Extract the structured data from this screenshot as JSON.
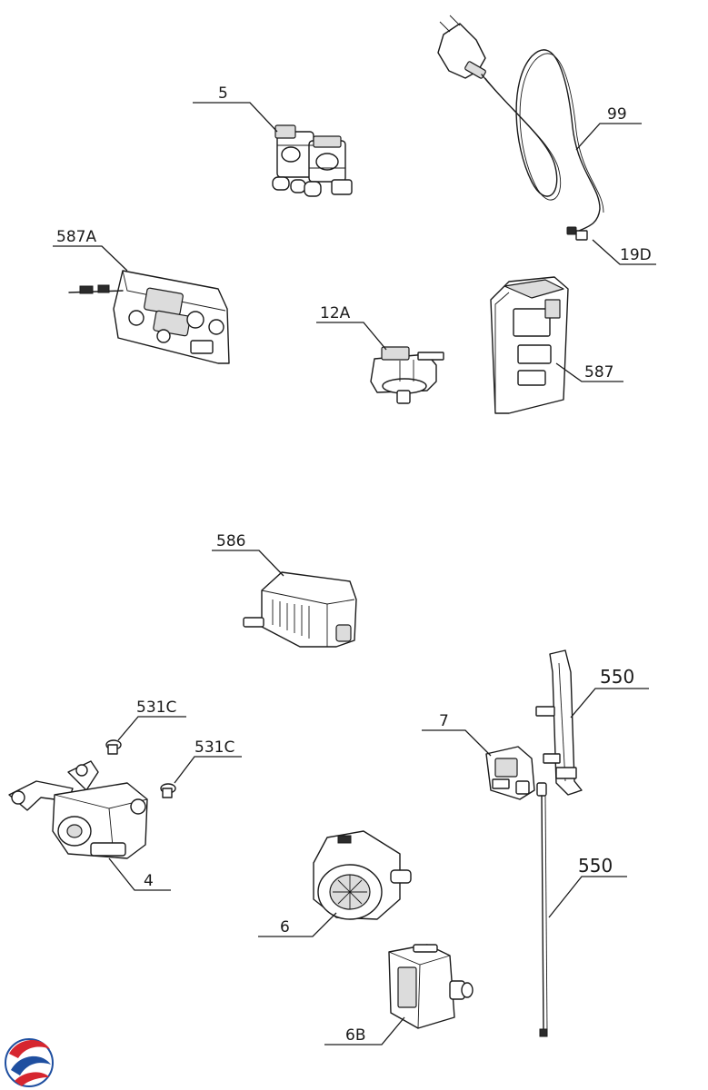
{
  "labels": {
    "p5": "5",
    "p99": "99",
    "p19D": "19D",
    "p587A": "587A",
    "p12A": "12A",
    "p587": "587",
    "p586": "586",
    "p550a": "550",
    "p550b": "550",
    "p7": "7",
    "p531Ca": "531C",
    "p531Cb": "531C",
    "p4": "4",
    "p6": "6",
    "p6B": "6B"
  },
  "logo": {
    "colors": [
      "#d6262f",
      "#1f4fa0"
    ]
  }
}
